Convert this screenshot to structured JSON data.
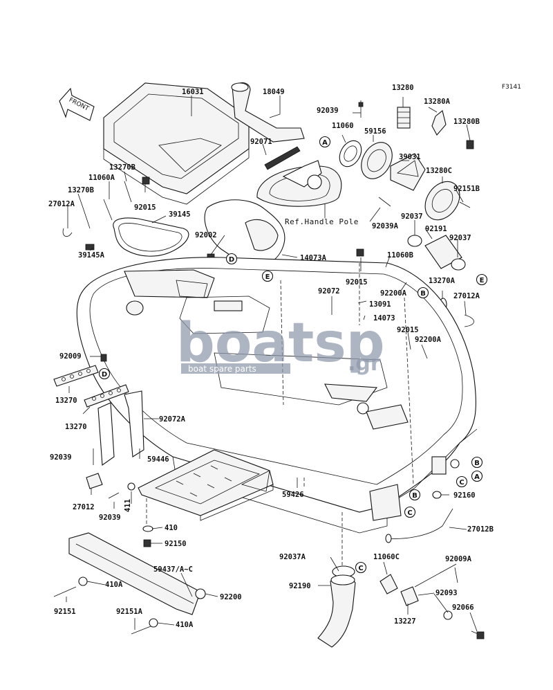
{
  "diagram": {
    "code": "F3141",
    "front_label": "FRONT",
    "ref_text": "Ref.Handle Pole",
    "watermark": {
      "main": "boatsp",
      "tld": ".gr",
      "sub": "boat spare parts"
    },
    "callouts": [
      "A",
      "B",
      "C",
      "D",
      "E"
    ],
    "labels": {
      "p16031": "16031",
      "p18049": "18049",
      "p92039_top": "92039",
      "p11060": "11060",
      "p59156": "59156",
      "p13280": "13280",
      "p13280A": "13280A",
      "p13280B": "13280B",
      "p39031": "39031",
      "p13280C": "13280C",
      "p92151B": "92151B",
      "p92071": "92071",
      "p92039A": "92039A",
      "p92037_a": "92037",
      "p92191": "92191",
      "p92037_b": "92037",
      "p13270B_a": "13270B",
      "p11060A": "11060A",
      "p13270B_b": "13270B",
      "p27012A_l": "27012A",
      "p92015_a": "92015",
      "p39145": "39145",
      "p92002": "92002",
      "p39145A": "39145A",
      "p14073A": "14073A",
      "p92015_b": "92015",
      "p11060B": "11060B",
      "p92200A_a": "92200A",
      "p13270A": "13270A",
      "p27012A_r": "27012A",
      "p92072": "92072",
      "p13091": "13091",
      "p14073": "14073",
      "p92015_c": "92015",
      "p92200A_b": "92200A",
      "p92009": "92009",
      "p13270_a": "13270",
      "p13270_b": "13270",
      "p92072A": "92072A",
      "p92039_mid": "92039",
      "p59446": "59446",
      "p27012": "27012",
      "p92039_low": "92039",
      "p411": "411",
      "p410": "410",
      "p92150": "92150",
      "p59426": "59426",
      "p92160": "92160",
      "p27012B": "27012B",
      "p92037A": "92037A",
      "p11060C": "11060C",
      "p92009A": "92009A",
      "p59437": "59437/A~C",
      "p410A_a": "410A",
      "p92200": "92200",
      "p92190": "92190",
      "p92093": "92093",
      "p92151": "92151",
      "p92151A": "92151A",
      "p410A_b": "410A",
      "p13227": "13227",
      "p92066": "92066"
    }
  }
}
